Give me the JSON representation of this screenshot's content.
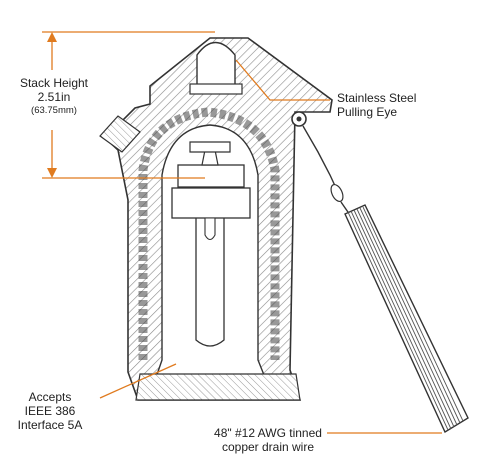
{
  "colors": {
    "leader": "#e07b1f",
    "outline": "#333333",
    "hatch": "#777777",
    "background": "#ffffff"
  },
  "labels": {
    "stack_height": {
      "title": "Stack Height",
      "value_in": "2.51in",
      "value_mm": "(63.75mm)"
    },
    "pulling_eye": {
      "line1": "Stainless Steel",
      "line2": "Pulling Eye"
    },
    "accepts": {
      "line1": "Accepts",
      "line2": "IEEE 386",
      "line3": "Interface 5A"
    },
    "drain_wire": {
      "line1": "48\" #12 AWG tinned",
      "line2": "copper drain wire"
    }
  }
}
